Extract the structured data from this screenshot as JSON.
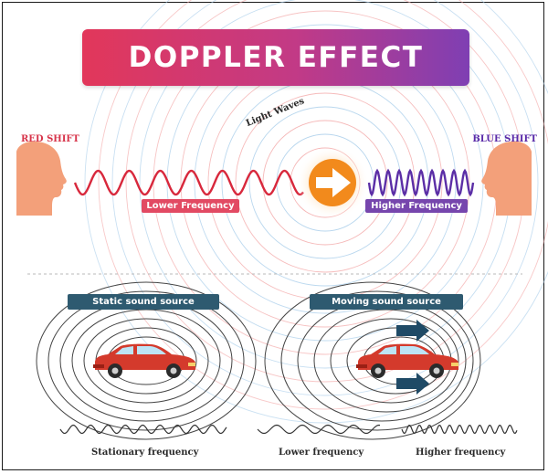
{
  "title": "DOPPLER EFFECT",
  "labels": {
    "red_shift": "RED SHIFT",
    "blue_shift": "BLUE SHIFT",
    "light_waves": "Light Waves",
    "lower_frequency": "Lower Frequency",
    "higher_frequency": "Higher Frequency"
  },
  "panels": {
    "static": {
      "title": "Static sound source"
    },
    "moving": {
      "title": "Moving sound source"
    }
  },
  "bottom_labels": {
    "stationary": "Stationary frequency",
    "lower": "Lower frequency",
    "higher": "Higher frequency"
  },
  "colors": {
    "red_wave": "#d8283c",
    "blue_wave": "#5b2ea6",
    "arrow_orange": "#f28a1c",
    "head_peach": "#f3a07a",
    "panel_blue": "#2e5a70",
    "car_red": "#d43a2c"
  },
  "icons": {
    "left_observer": "head-silhouette-icon",
    "right_observer": "head-silhouette-icon",
    "source": "right-arrow-icon",
    "car": "car-icon",
    "motion": "arrow-icon"
  }
}
